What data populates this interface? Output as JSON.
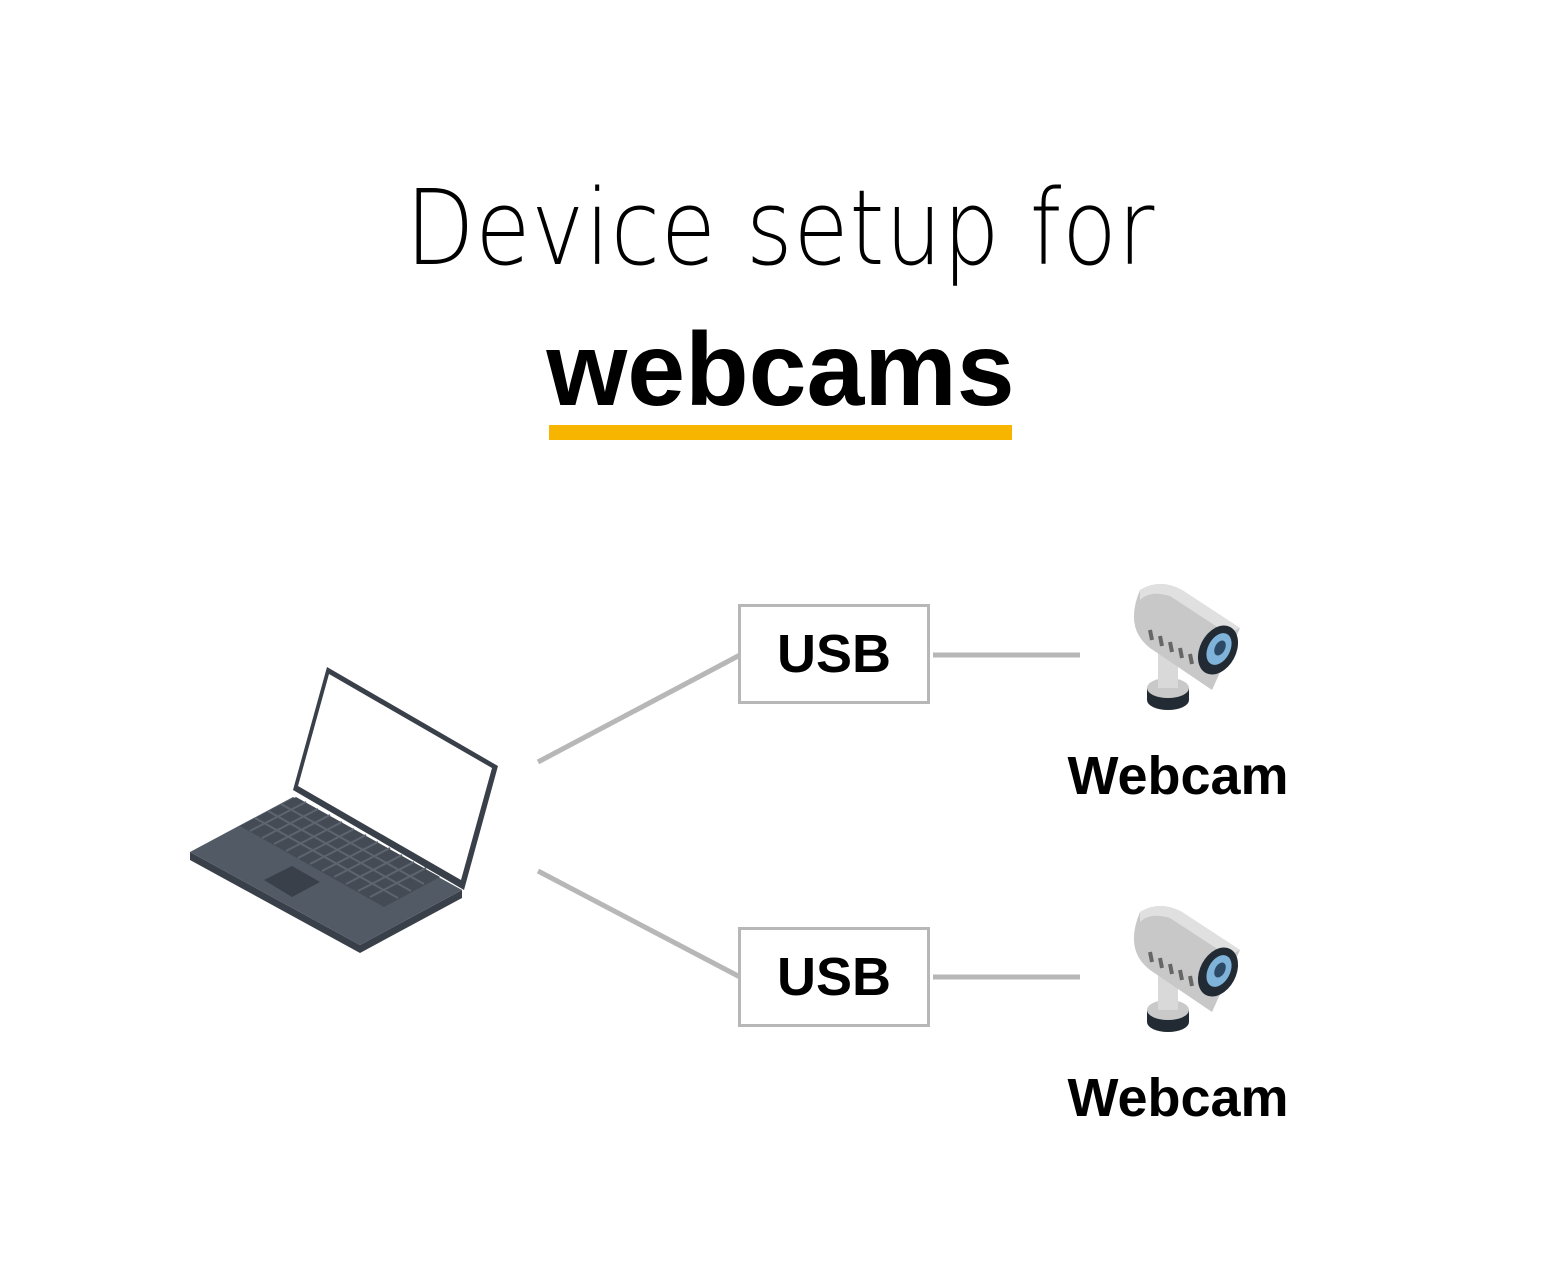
{
  "title": {
    "line1": "Device setup for",
    "line2": "webcams"
  },
  "colors": {
    "accent": "#f7b500",
    "connector": "#b7b7b7",
    "laptop_body": "#525a66",
    "laptop_dark": "#3a4049"
  },
  "nodes": {
    "computer": {
      "icon": "laptop-icon"
    },
    "connections": [
      {
        "port_label": "USB",
        "device_label": "Webcam",
        "device_icon": "security-camera-icon"
      },
      {
        "port_label": "USB",
        "device_label": "Webcam",
        "device_icon": "security-camera-icon"
      }
    ]
  }
}
